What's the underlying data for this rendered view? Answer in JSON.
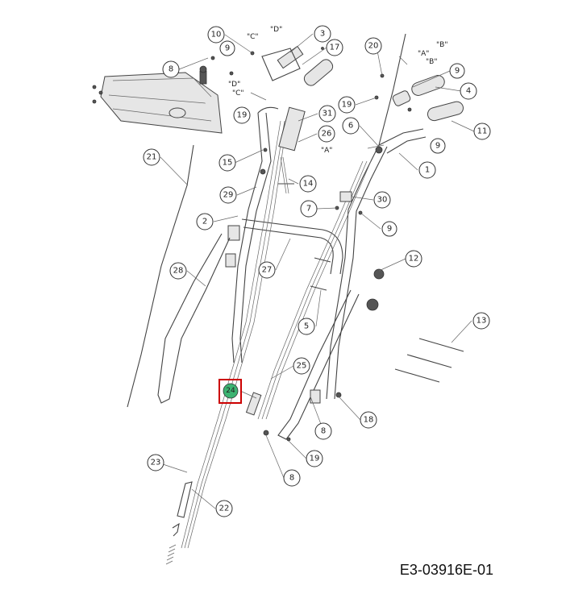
{
  "diagram": {
    "document_id": "E3-03916E-01",
    "highlighted_callout": "24",
    "highlight_color": "#cc0000",
    "highlight_fill": "#3cb371",
    "callouts": [
      "10",
      "3",
      "17",
      "8",
      "20",
      "B",
      "9",
      "4",
      "19",
      "31",
      "26",
      "6",
      "11",
      "15",
      "14",
      "1",
      "29",
      "30",
      "2",
      "7",
      "9b",
      "27",
      "12",
      "28",
      "5",
      "13",
      "25",
      "24",
      "8b",
      "18",
      "19b",
      "23",
      "8c",
      "22",
      "21"
    ],
    "letter_labels": {
      "C_top": "\"C\"",
      "D_top": "\"D\"",
      "D_mid": "\"D\"",
      "C_mid": "\"C\"",
      "B_top": "\"B\"",
      "A_top": "\"A\"",
      "B_mid": "\"B\"",
      "A_mid": "\"A\""
    },
    "numbers": {
      "n10": "10",
      "n3": "3",
      "n17": "17",
      "n8a": "8",
      "n20": "20",
      "n9a": "9",
      "n4": "4",
      "n19a": "19",
      "n31": "31",
      "n26": "26",
      "n6": "6",
      "n11": "11",
      "n9c": "9",
      "n15": "15",
      "n14": "14",
      "n1": "1",
      "n29": "29",
      "n30": "30",
      "n2": "2",
      "n7": "7",
      "n9b": "9",
      "n27": "27",
      "n12": "12",
      "n28": "28",
      "n5": "5",
      "n13": "13",
      "n25": "25",
      "n24": "24",
      "n8b": "8",
      "n18": "18",
      "n19b": "19",
      "n23": "23",
      "n8c": "8",
      "n22": "22",
      "n21": "21",
      "n9d": "9"
    }
  }
}
